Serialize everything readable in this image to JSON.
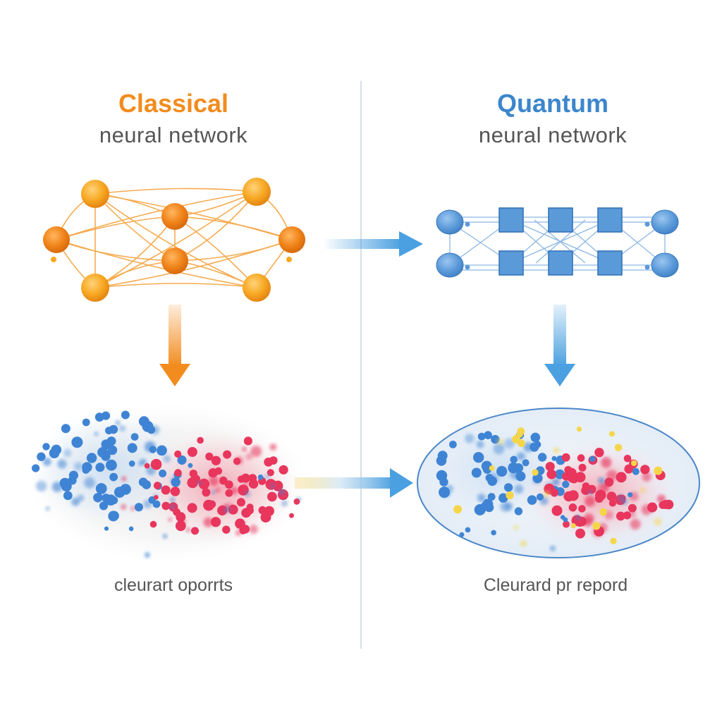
{
  "classical": {
    "title": "Classical",
    "subtitle": "neural network",
    "caption": "cleurart oporrts",
    "accent_color": "#f28c1e",
    "node_colors": [
      "#f7a823",
      "#f08418"
    ]
  },
  "quantum": {
    "title": "Quantum",
    "subtitle": "neural network",
    "caption": "Cleurard pr repord",
    "accent_color": "#3c86cc",
    "node_colors": [
      "#5b9ad9",
      "#4a8ed6"
    ]
  },
  "clusters": {
    "colors": {
      "blue": "#3f84d4",
      "red": "#e8365d",
      "yellow": "#f5d64a"
    }
  },
  "icons": {
    "arrows": [
      "arrow-right-icon",
      "arrow-down-icon"
    ]
  }
}
